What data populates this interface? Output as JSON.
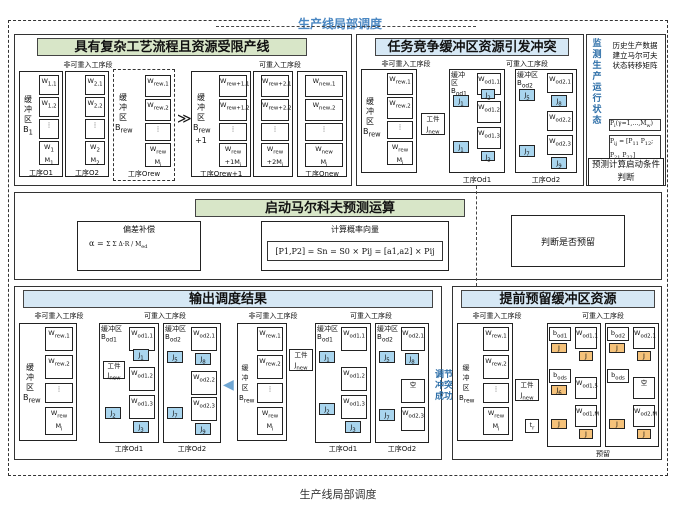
{
  "title_top": "生产线局部调度",
  "title_bottom": "生产线局部调度",
  "panels": {
    "p1": {
      "header": "具有复杂工艺流程且资源受限产线",
      "sub_left": "非可重入工序段",
      "sub_right": "可重入工序段",
      "buffer_label": "缓冲区",
      "buf_b1": "B1",
      "buf_bq": "Brew",
      "proc_o1": "工序O1",
      "proc_o2": "工序O2",
      "proc_orew": "工序Orew",
      "proc_rew": "工序Orew+1",
      "proc_last": "工序Onew"
    },
    "p2": {
      "header": "任务竞争缓冲区资源引发冲突",
      "sub_left": "非可重入工序段",
      "sub_right": "可重入工序段",
      "buffer_label": "缓冲区",
      "buf": "Brew",
      "job": "工件",
      "job_j": "Jnew",
      "proc_o1": "工序Od1",
      "proc_o2": "工序Od2"
    },
    "p3": {
      "monitor": "监测生产运行状态",
      "hist": "历史生产数据建立马尔可夫状态转移矩阵",
      "predict": "预测计算启动条件判断"
    },
    "p4": {
      "header": "启动马尔科夫预测运算",
      "bias": "偏差补偿",
      "alpha": "α =",
      "prob": "计算概率向量",
      "formula": "[P1,P2] = Sn = S0 × Pij = [a1,a2] × Pij",
      "judge": "判断是否预留"
    },
    "p5": {
      "header": "输出调度结果",
      "sub_left": "非可重入工序段",
      "sub_right": "可重入工序段",
      "buffer_label": "缓冲区",
      "buf": "Brew",
      "job": "工件",
      "job_j": "Jnew",
      "proc_o1": "工序Od1",
      "proc_o2": "工序Od2",
      "resolve": "调节冲突成功"
    },
    "p6": {
      "header": "提前预留缓冲区资源",
      "sub_left": "非可重入工序段",
      "sub_right": "可重入工序段",
      "buffer_label": "缓冲区",
      "buf": "Brew",
      "job": "工件",
      "job_j": "Jnew",
      "reserve": "预留"
    }
  }
}
